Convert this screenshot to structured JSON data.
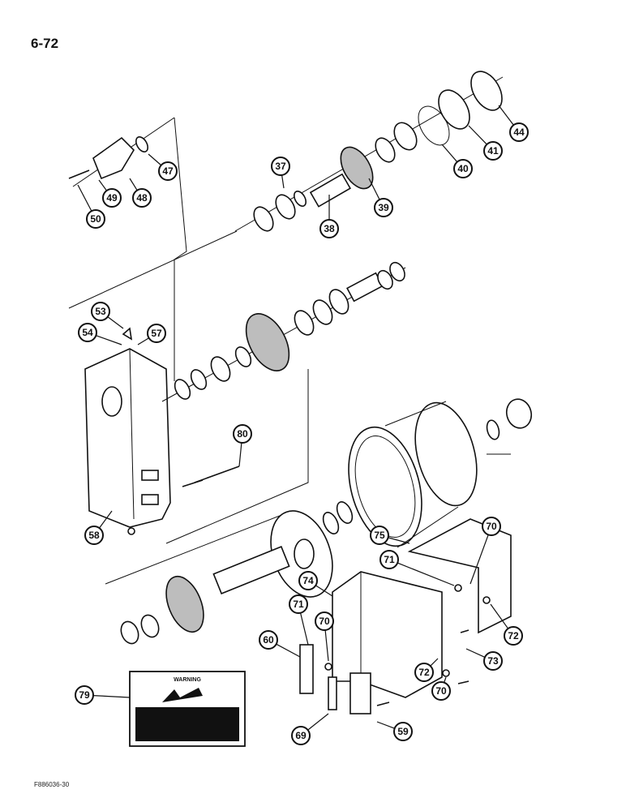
{
  "page": {
    "number": "6-72",
    "figure_code": "F886036-30"
  },
  "warning_decal": {
    "heading": "WARNING",
    "body_lines": [
      "",
      "",
      "",
      "",
      "",
      "",
      "",
      ""
    ]
  },
  "callouts": [
    {
      "id": "c37",
      "label": "37"
    },
    {
      "id": "c38",
      "label": "38"
    },
    {
      "id": "c39",
      "label": "39"
    },
    {
      "id": "c40",
      "label": "40"
    },
    {
      "id": "c41",
      "label": "41"
    },
    {
      "id": "c44",
      "label": "44"
    },
    {
      "id": "c47",
      "label": "47"
    },
    {
      "id": "c48",
      "label": "48"
    },
    {
      "id": "c49",
      "label": "49"
    },
    {
      "id": "c50",
      "label": "50"
    },
    {
      "id": "c53",
      "label": "53"
    },
    {
      "id": "c54",
      "label": "54"
    },
    {
      "id": "c57",
      "label": "57"
    },
    {
      "id": "c58",
      "label": "58"
    },
    {
      "id": "c59",
      "label": "59"
    },
    {
      "id": "c60",
      "label": "60"
    },
    {
      "id": "c69",
      "label": "69"
    },
    {
      "id": "c70a",
      "label": "70"
    },
    {
      "id": "c70b",
      "label": "70"
    },
    {
      "id": "c70c",
      "label": "70"
    },
    {
      "id": "c71a",
      "label": "71"
    },
    {
      "id": "c71b",
      "label": "71"
    },
    {
      "id": "c72a",
      "label": "72"
    },
    {
      "id": "c72b",
      "label": "72"
    },
    {
      "id": "c73",
      "label": "73"
    },
    {
      "id": "c74",
      "label": "74"
    },
    {
      "id": "c75",
      "label": "75"
    },
    {
      "id": "c79",
      "label": "79"
    },
    {
      "id": "c80",
      "label": "80"
    }
  ]
}
